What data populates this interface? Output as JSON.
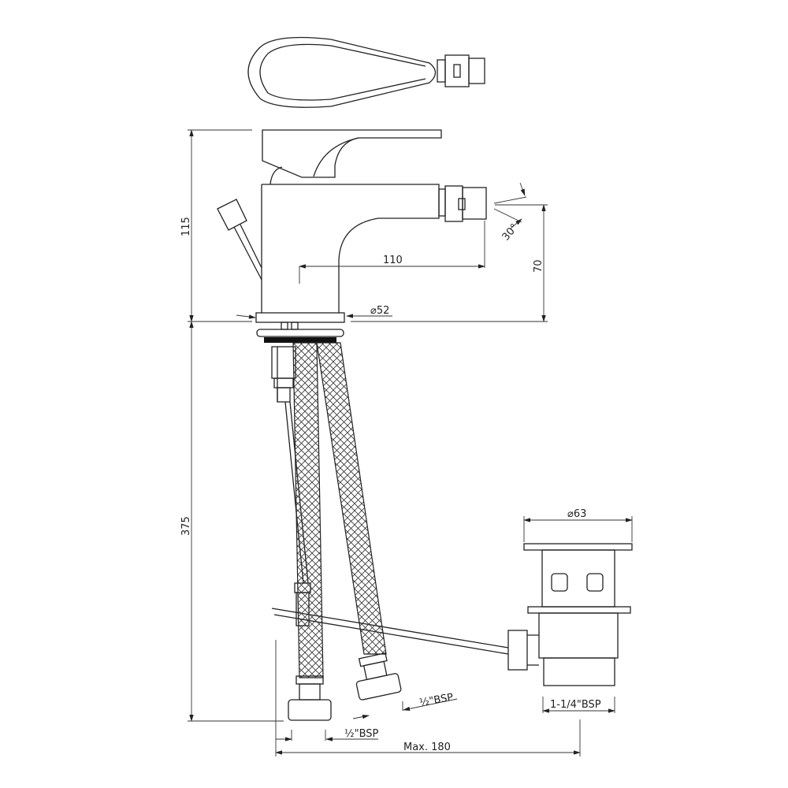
{
  "title": "Bidet mixer technical drawing",
  "dimensions": {
    "height_total": "115",
    "height_below": "375",
    "spout_height": "70",
    "spout_reach": "110",
    "base_diameter": "⌀52",
    "spray_angle": "30°",
    "waste_diameter": "⌀63",
    "waste_thread": "1-1/4\"BSP",
    "hose_thread_1": "½\"BSP",
    "hose_thread_2": "½\"BSP",
    "max_width": "Max. 180"
  },
  "colors": {
    "line": "#222222",
    "background": "#ffffff"
  }
}
